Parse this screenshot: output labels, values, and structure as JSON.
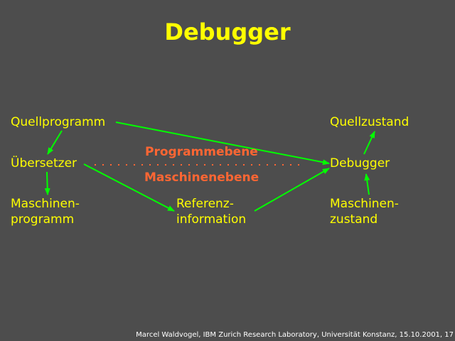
{
  "title": "Debugger",
  "nodes": {
    "quellprogramm": "Quellprogramm",
    "uebersetzer": "Übersetzer",
    "maschinenprogramm_1": "Maschinen-",
    "maschinenprogramm_2": "programm",
    "referenz_1": "Referenz-",
    "referenz_2": "information",
    "quellzustand": "Quellzustand",
    "debugger": "Debugger",
    "maschinenzustand_1": "Maschinen-",
    "maschinenzustand_2": "zustand"
  },
  "levels": {
    "upper": "Programmebene",
    "lower": "Maschinenebene"
  },
  "footer": "Marcel Waldvogel, IBM Zurich Research Laboratory, Universität Konstanz, 15.10.2001, 17",
  "colors": {
    "background": "#4d4d4d",
    "text": "#ffff00",
    "arrow": "#00ff00",
    "level": "#ff6633"
  }
}
